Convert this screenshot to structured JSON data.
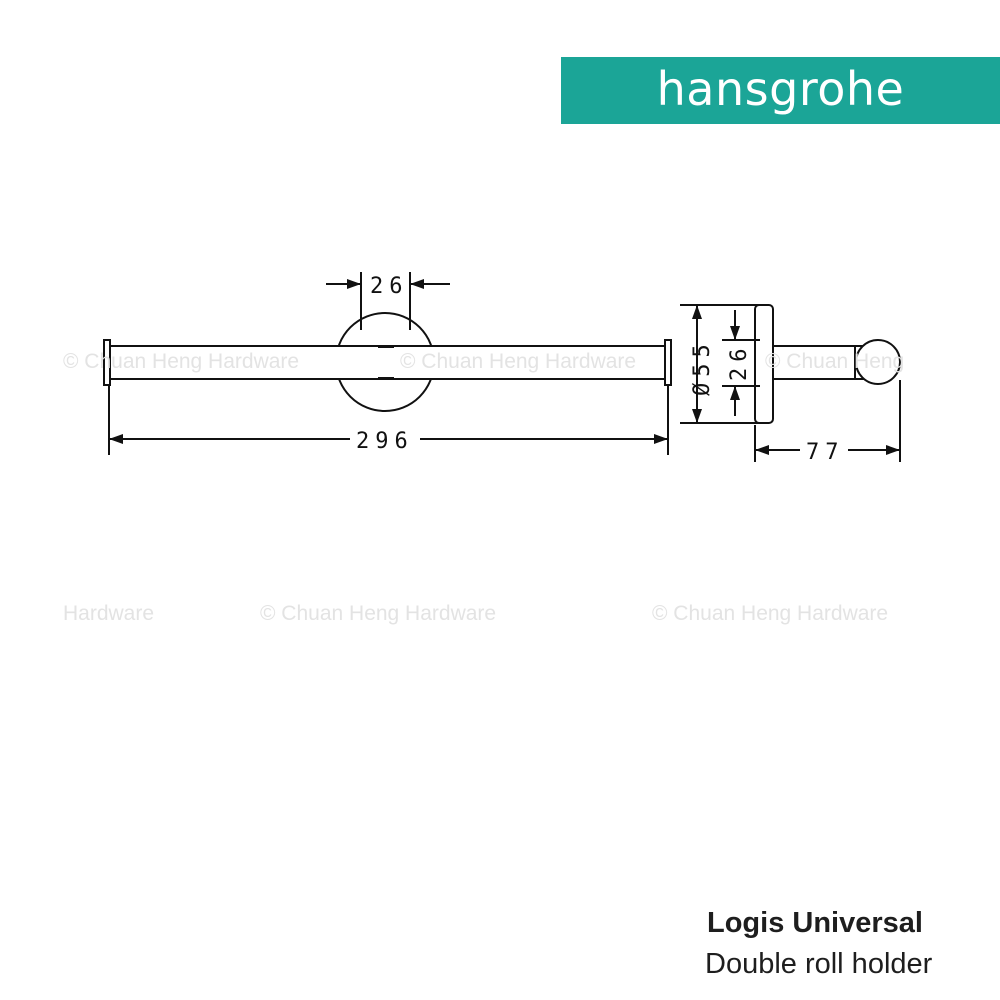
{
  "brand": {
    "logo_text": "hansgrohe",
    "bar_color": "#1ba597"
  },
  "watermarks": [
    "© Chuan Heng Hardware",
    "© Chuan Heng Hardware",
    "© Chuan Heng",
    "Hardware",
    "© Chuan Heng Hardware",
    "© Chuan Heng Hardware"
  ],
  "dimensions": {
    "flange_width": "26",
    "total_length": "296",
    "rosette_diameter": "Ø55",
    "side_flange_height": "26",
    "projection": "77"
  },
  "product": {
    "name": "Logis Universal",
    "description": "Double roll holder"
  }
}
